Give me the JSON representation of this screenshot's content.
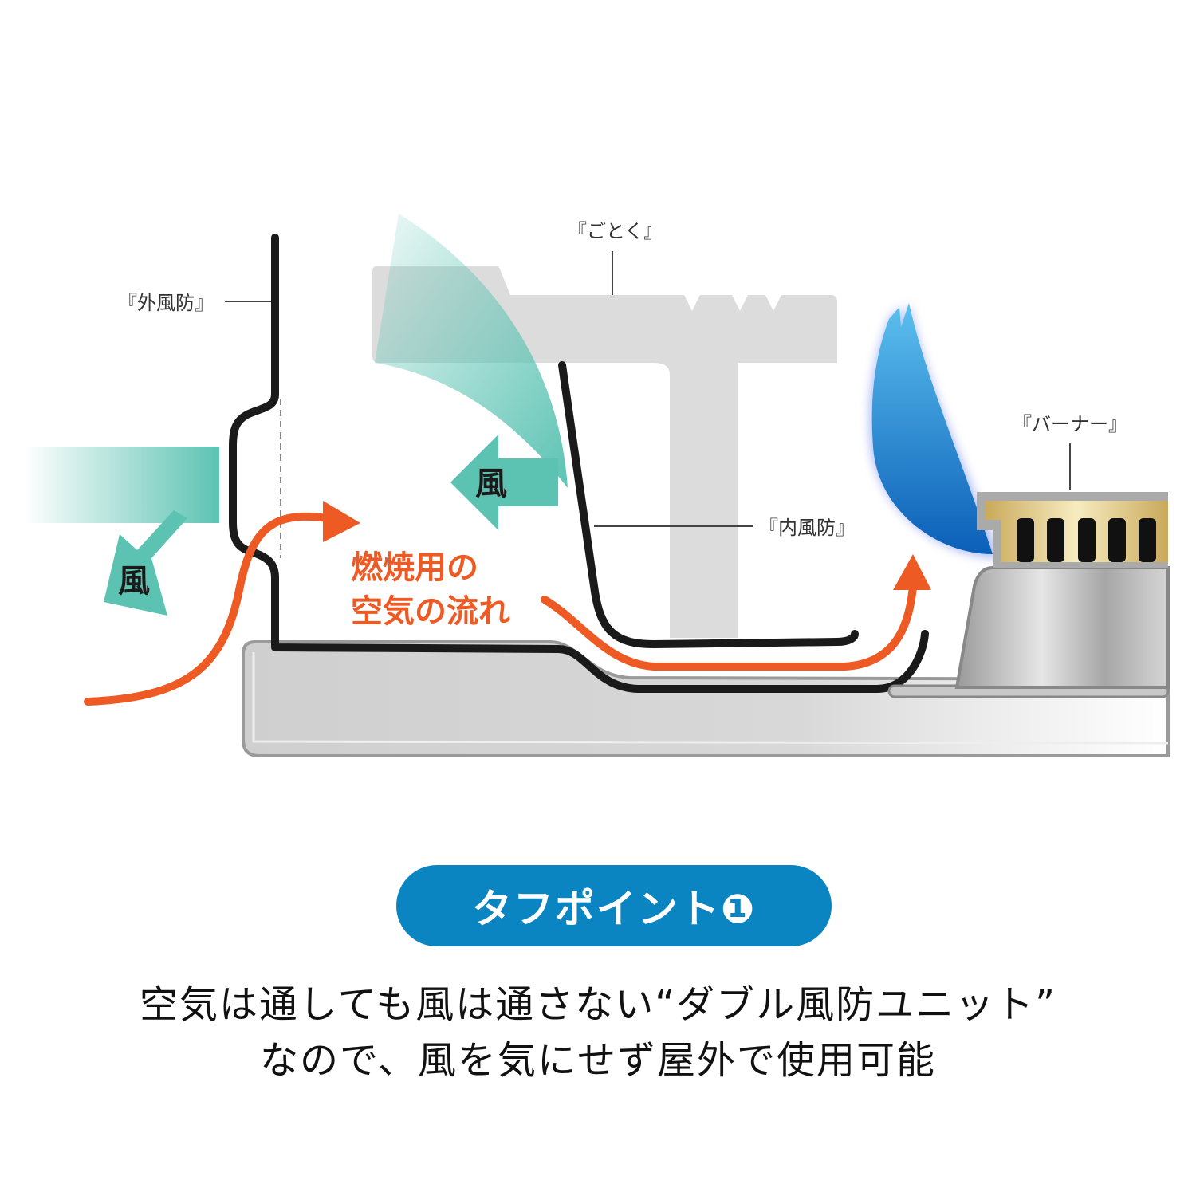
{
  "labels": {
    "outer_windscreen": "『外風防』",
    "trivet": "『ごとく』",
    "inner_windscreen": "『内風防』",
    "burner": "『バーナー』",
    "wind_left": "風",
    "wind_middle": "風",
    "airflow_line1": "燃焼用の",
    "airflow_line2": "空気の流れ"
  },
  "badge": "タフポイント❶",
  "caption": {
    "line1": "空気は通しても風は通さない“ダブル風防ユニット”",
    "line2": "なので、風を気にせず屋外で使用可能"
  },
  "colors": {
    "wind": "#5cc3b3",
    "airflow": "#ee5a24",
    "flame": "#1a78d0",
    "badge": "#0a85c2"
  }
}
